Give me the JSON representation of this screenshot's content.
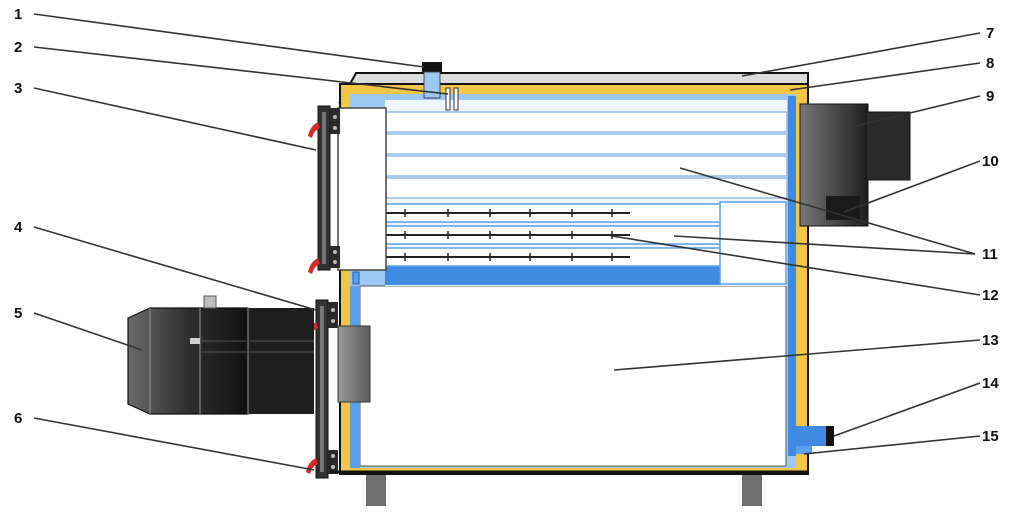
{
  "diagram": {
    "callouts": [
      {
        "number": "1"
      },
      {
        "number": "2"
      },
      {
        "number": "3"
      },
      {
        "number": "4"
      },
      {
        "number": "5"
      },
      {
        "number": "6"
      },
      {
        "number": "7"
      },
      {
        "number": "8"
      },
      {
        "number": "9"
      },
      {
        "number": "10"
      },
      {
        "number": "11"
      },
      {
        "number": "12"
      },
      {
        "number": "13"
      },
      {
        "number": "14"
      },
      {
        "number": "15"
      }
    ],
    "colors": {
      "water": "#a9cff5",
      "water_dark": "#3a86e0",
      "insulation": "#f3c646",
      "casing": "#d8d8d8",
      "outline": "#111111",
      "burner": "#3c3c3c"
    }
  }
}
